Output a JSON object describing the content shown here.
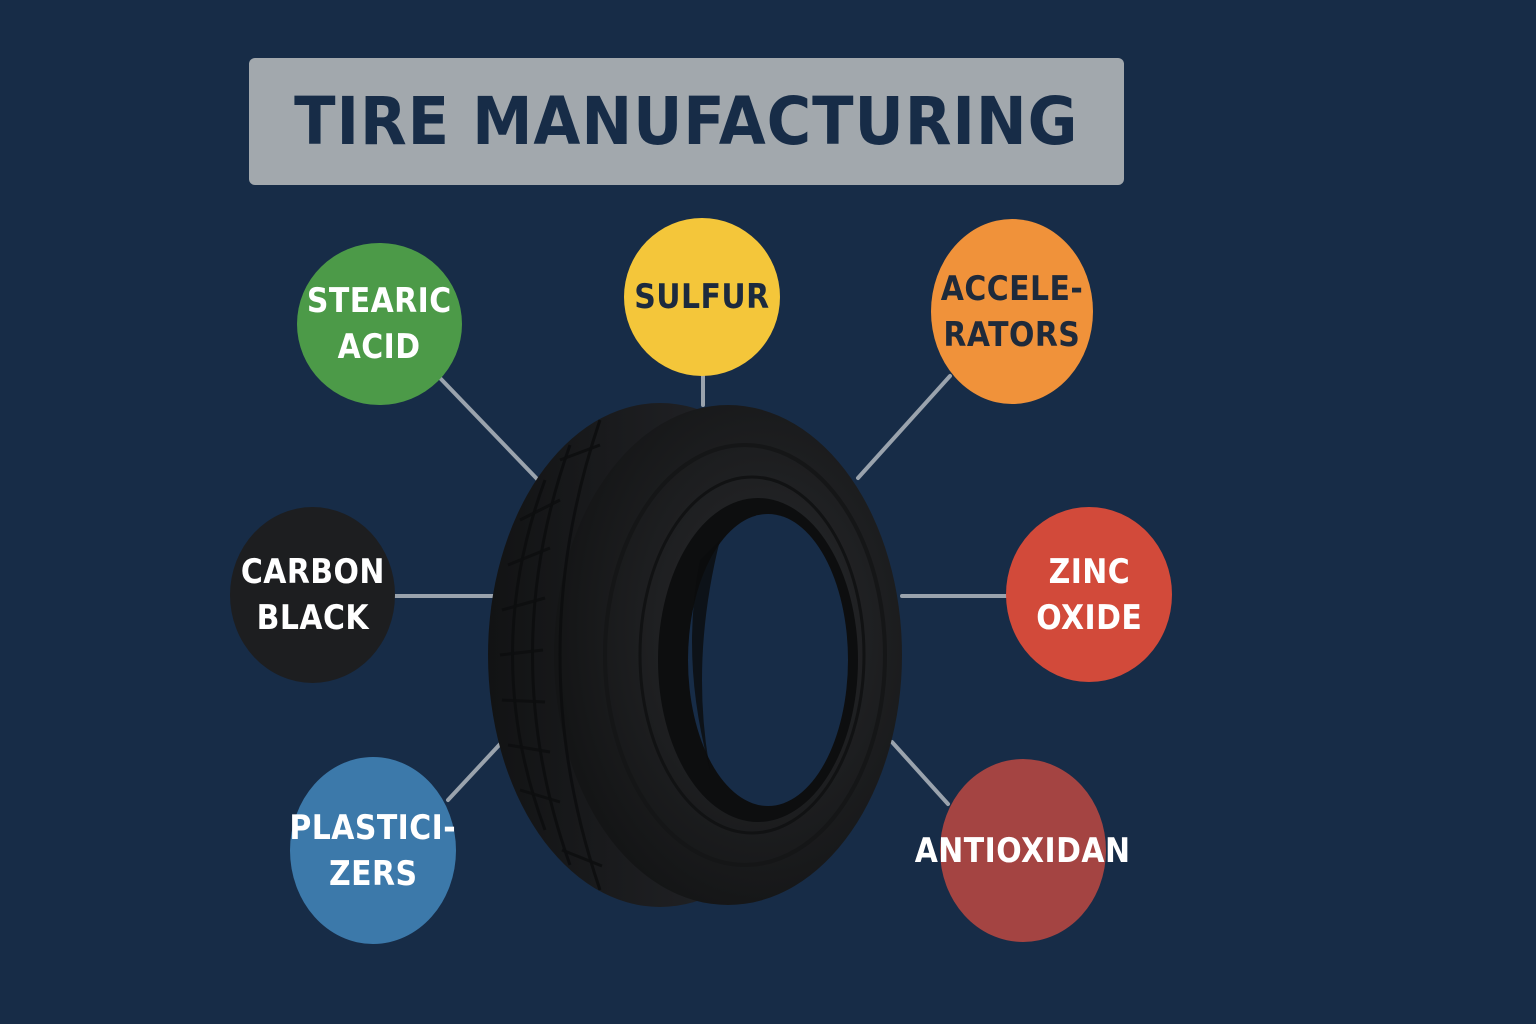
{
  "title": "TIRE MANUFACTURING",
  "center": {
    "name": "tire",
    "icon": "tire-icon"
  },
  "ingredients": [
    {
      "id": "stearic",
      "lines": [
        "STEARIC",
        "ACID"
      ],
      "color": "#4c9a48"
    },
    {
      "id": "sulfur",
      "lines": [
        "SULFUR"
      ],
      "color": "#f4c63a"
    },
    {
      "id": "accelerators",
      "lines": [
        "ACCELE-",
        "RATORS"
      ],
      "color": "#f0923a"
    },
    {
      "id": "carbon",
      "lines": [
        "CARBON",
        "BLACK"
      ],
      "color": "#1d1e20"
    },
    {
      "id": "zinc",
      "lines": [
        "ZINC",
        "OXIDE"
      ],
      "color": "#d24a3a"
    },
    {
      "id": "plasticizers",
      "lines": [
        "PLASTICI-",
        "ZERS"
      ],
      "color": "#3c79aa"
    },
    {
      "id": "antioxidan",
      "lines": [
        "ANTIOXIDAN"
      ],
      "color": "#a44442"
    }
  ],
  "colors": {
    "background": "#172c47",
    "title_box": "#a2a8ad",
    "connector": "#9aa3ad",
    "tire": "#1e1f22"
  }
}
